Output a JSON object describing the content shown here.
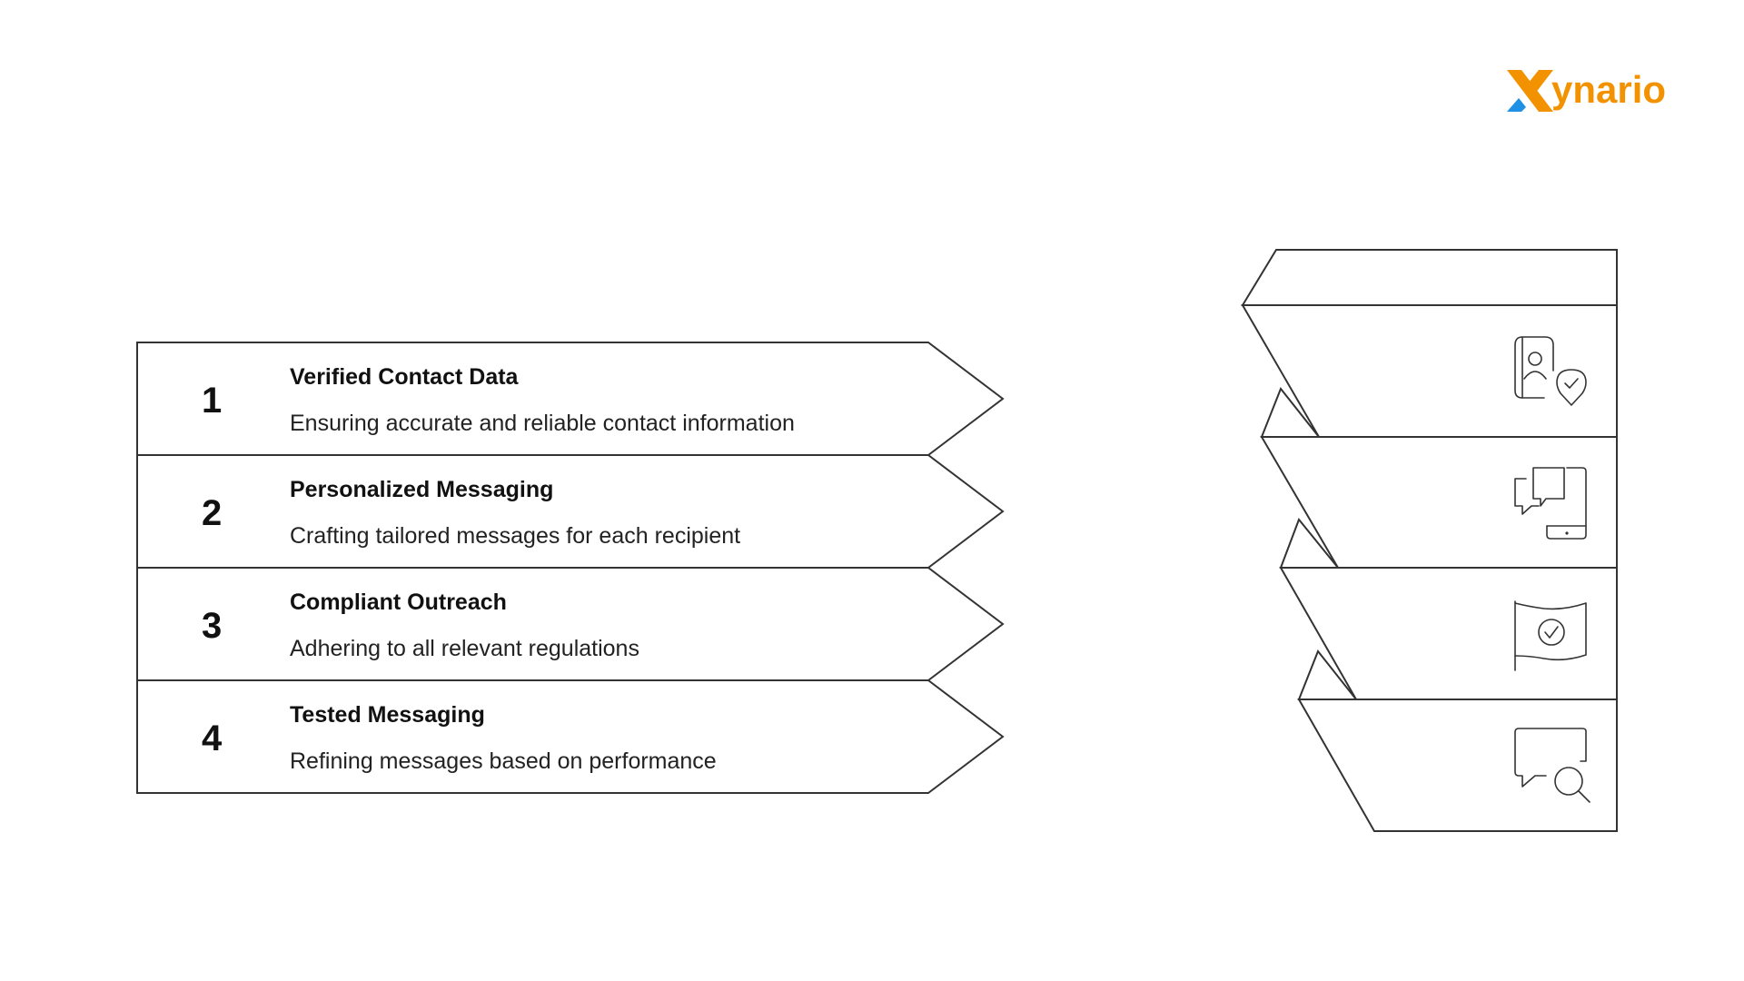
{
  "logo": {
    "text_rest": "ynario",
    "colors": {
      "x_orange": "#F39200",
      "x_blue": "#1E90E6",
      "text": "#F39200"
    }
  },
  "steps": [
    {
      "number": "1",
      "title": "Verified Contact Data",
      "description": "Ensuring accurate and reliable contact information",
      "icon": "contact-verified-icon"
    },
    {
      "number": "2",
      "title": "Personalized Messaging",
      "description": "Crafting tailored messages for each recipient",
      "icon": "chat-mobile-icon"
    },
    {
      "number": "3",
      "title": "Compliant Outreach",
      "description": "Adhering to all relevant regulations",
      "icon": "flag-check-icon"
    },
    {
      "number": "4",
      "title": "Tested Messaging",
      "description": "Refining messages based on performance",
      "icon": "chat-search-icon"
    }
  ],
  "colors": {
    "stroke": "#333333",
    "background": "#ffffff",
    "text": "#111111"
  }
}
